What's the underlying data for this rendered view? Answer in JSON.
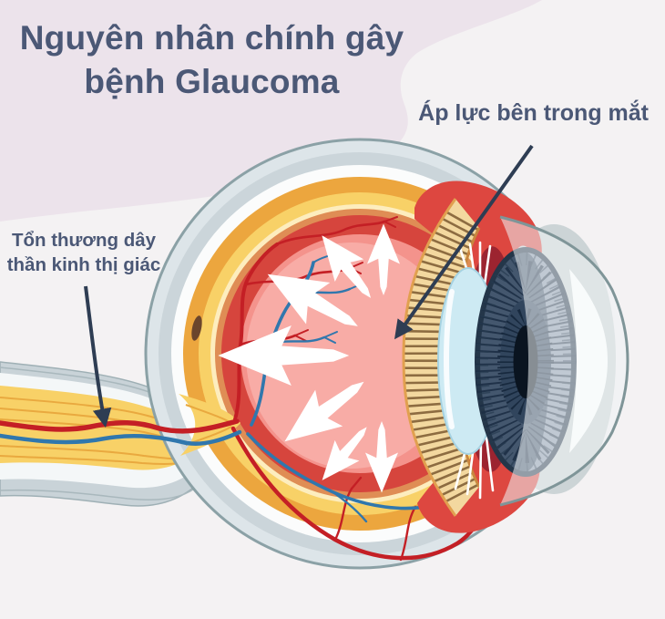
{
  "page": {
    "background_color": "#f4f2f3",
    "accent_blob_color": "#ece3eb",
    "text_color": "#4b5876"
  },
  "title": {
    "line1": "Nguyên nhân chính gây",
    "line2": "bệnh Glaucoma"
  },
  "labels": {
    "pressure": {
      "text": "Áp lực bên trong mắt"
    },
    "nerve_damage": {
      "line1": "Tổn thương dây",
      "line2": "thần kinh thị giác"
    }
  },
  "illustration": {
    "description": "Cross-section of a human eye: white arrows radiate outward showing intraocular pressure; dark pointer arrows mark the pressure inside the eye and damage to the optic nerve.",
    "colors": {
      "sclera_ring": "#dde5e9",
      "choroid_orange": "#eca63e",
      "retina_yellow": "#f8d167",
      "inner_red_ring": "#d6453d",
      "vitreous_pink": "#f8aca6",
      "ciliary_tan": "#f3d89f",
      "muscle_red": "#dd4740",
      "iris_blue": "#44576e",
      "pupil": "#0a1420",
      "lens_blue": "#cdeaf3",
      "artery_red": "#c41f25",
      "vein_blue": "#3077ad",
      "pointer_navy": "#2e3d53",
      "pressure_arrow_white": "#ffffff"
    }
  }
}
